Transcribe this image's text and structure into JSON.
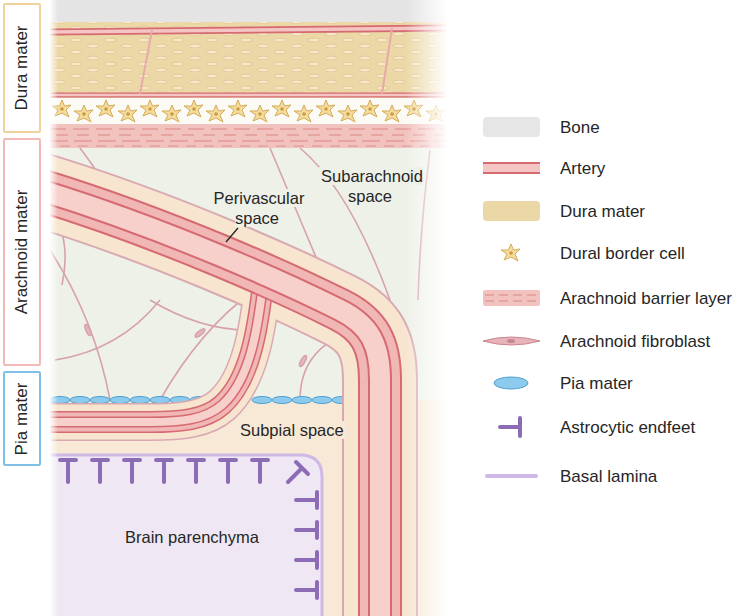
{
  "diagram": {
    "nodes": [
      {
        "text": [
          "Dura mater"
        ]
      },
      {
        "text": [
          "Arachnoid mater"
        ]
      },
      {
        "text": [
          "Pia mater"
        ]
      }
    ],
    "labels": [
      "Subarachnoid space",
      "Perivascular space",
      "Subpial space",
      "Brain parenchyma"
    ],
    "legend": [
      {
        "text": "Bone",
        "color": "#e6e6e6"
      },
      {
        "text": "Artery"
      },
      {
        "text": "Dura mater",
        "color": "#ecd8a6"
      },
      {
        "text": "Dural border cell"
      },
      {
        "text": "Arachnoid barrier layer"
      },
      {
        "text": "Arachnoid fibroblast"
      },
      {
        "text": "Pia mater"
      },
      {
        "text": "Astrocytic endfeet"
      },
      {
        "text": "Basal lamina"
      }
    ]
  }
}
